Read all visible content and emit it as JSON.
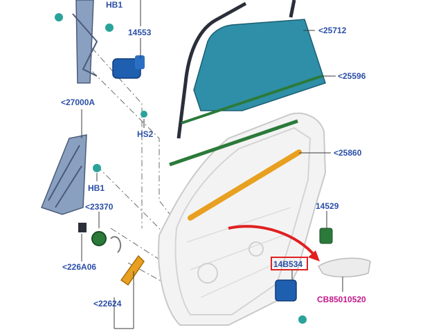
{
  "labels": {
    "hb1_top": "HB1",
    "p14553": "14553",
    "p25712": "<25712",
    "p25596": "<25596",
    "p27000a": "<27000A",
    "hs2": "HS2",
    "p25860": "<25860",
    "hb1_mid": "HB1",
    "p23370": "<23370",
    "p14529": "14529",
    "p226a06": "<226A06",
    "p14b534": "14B534",
    "p22624": "<22624",
    "cb85010520": "CB85010520"
  },
  "colors": {
    "label_blue": "#2a4ea6",
    "label_magenta": "#c2188c",
    "glass": "#2f8fa8",
    "weatherstrip": "#2b7a3a",
    "orange_part": "#e8a020",
    "motor": "#1f5fb0",
    "teal_clip": "#2aa39a",
    "highlight_box": "#e02020",
    "arrow": "#e02020"
  }
}
